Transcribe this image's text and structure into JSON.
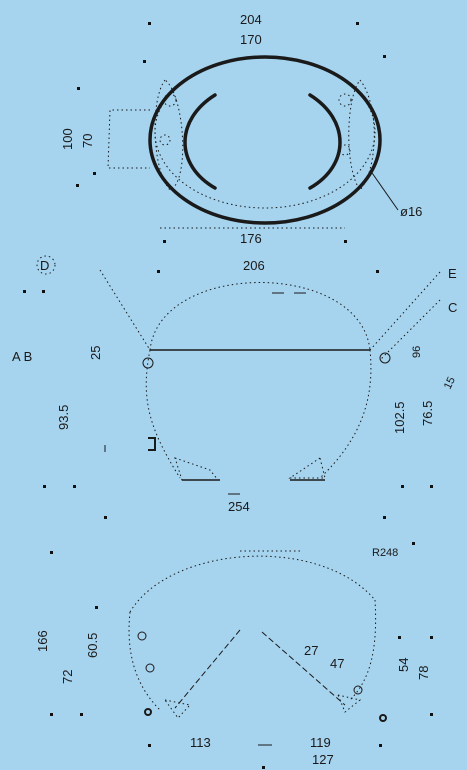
{
  "colors": {
    "background": "#a6d3ee",
    "ink": "#1a1a1a"
  },
  "view_top": {
    "dims": {
      "d204": "204",
      "d170": "170",
      "d100": "100",
      "d70": "70",
      "d176": "176",
      "phi16": "ø16"
    }
  },
  "view_front": {
    "labels": {
      "D": "D",
      "E": "E",
      "C": "C",
      "AB": "A B"
    },
    "dims": {
      "d206": "206",
      "d25": "25",
      "d93_5": "93.5",
      "d254": "254",
      "d96": "96",
      "d15": "15",
      "d102_5": "102.5",
      "d76_5": "76.5"
    }
  },
  "view_side": {
    "dims": {
      "r248": "R248",
      "d166": "166",
      "d60_5": "60.5",
      "d72": "72",
      "d27": "27",
      "d47": "47",
      "d54": "54",
      "d78": "78",
      "d113": "113",
      "d119": "119",
      "d127": "127"
    }
  }
}
